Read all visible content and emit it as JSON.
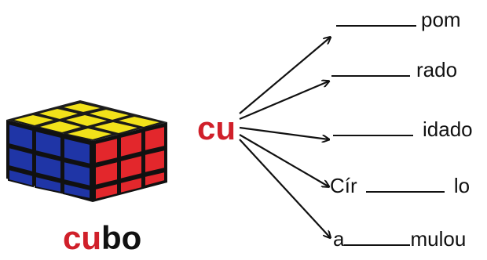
{
  "picture_word": {
    "highlight": "cu",
    "rest": "bo"
  },
  "syllable": "cu",
  "items": [
    {
      "prefix": "",
      "suffix": "pom"
    },
    {
      "prefix": "",
      "suffix": "rado"
    },
    {
      "prefix": "",
      "suffix": "idado"
    },
    {
      "prefix": "Cír ",
      "suffix": "lo"
    },
    {
      "prefix": "a",
      "suffix": "mulou"
    }
  ],
  "colors": {
    "accent": "#d0202a",
    "cube_yellow": "#f2e21a",
    "cube_blue": "#1f35a6",
    "cube_red": "#e3272c"
  }
}
